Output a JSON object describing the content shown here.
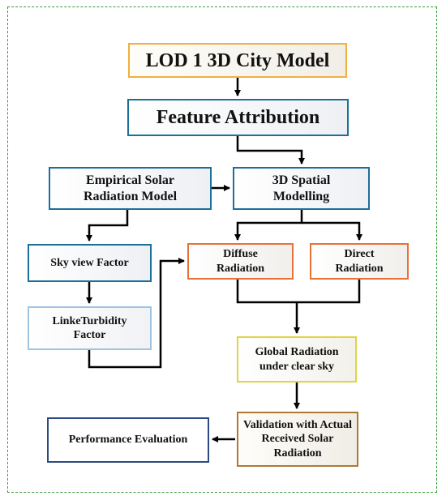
{
  "diagram": {
    "nodes": {
      "city_model": "LOD 1 3D City Model",
      "feature_attribution": "Feature Attribution",
      "empirical_solar": "Empirical Solar Radiation Model",
      "spatial_modelling": "3D Spatial Modelling",
      "sky_view": "Sky view Factor",
      "linke_turbidity": "LinkeTurbidity Factor",
      "diffuse": "Diffuse Radiation",
      "direct": "Direct Radiation",
      "global": "Global Radiation under clear sky",
      "validation": "Validation with Actual Received Solar Radiation",
      "performance": "Performance Evaluation"
    },
    "edges": [
      [
        "city_model",
        "feature_attribution"
      ],
      [
        "feature_attribution",
        "spatial_modelling"
      ],
      [
        "empirical_solar",
        "spatial_modelling"
      ],
      [
        "empirical_solar",
        "sky_view"
      ],
      [
        "sky_view",
        "linke_turbidity"
      ],
      [
        "linke_turbidity",
        "diffuse"
      ],
      [
        "spatial_modelling",
        "diffuse"
      ],
      [
        "spatial_modelling",
        "direct"
      ],
      [
        "diffuse",
        "global"
      ],
      [
        "direct",
        "global"
      ],
      [
        "global",
        "validation"
      ],
      [
        "validation",
        "performance"
      ]
    ]
  }
}
